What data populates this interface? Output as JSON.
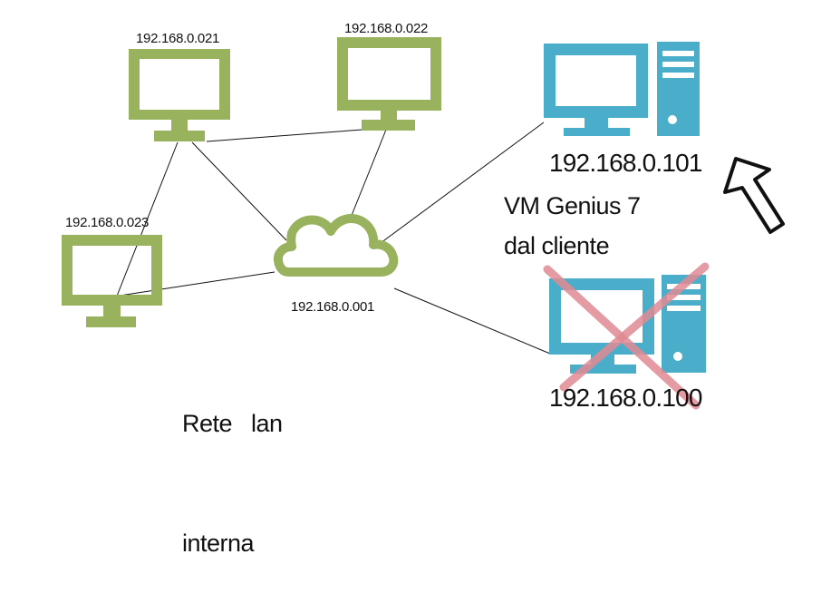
{
  "nodes": {
    "pc1": {
      "ip": "192.168.0.021",
      "icon": "monitor-icon"
    },
    "pc2": {
      "ip": "192.168.0.022",
      "icon": "monitor-icon"
    },
    "pc3": {
      "ip": "192.168.0.023",
      "icon": "monitor-icon"
    },
    "router": {
      "ip": "192.168.0.001",
      "icon": "cloud-icon"
    },
    "vm_genius": {
      "ip": "192.168.0.101",
      "icon": "desktop-computer-icon"
    },
    "old_server": {
      "ip": "192.168.0.100",
      "icon": "desktop-computer-icon",
      "crossed_out": true
    }
  },
  "labels": {
    "lan_line1": "Rete   lan",
    "lan_line2": "interna",
    "vm_line1": "VM Genius 7",
    "vm_line2": "dal cliente"
  },
  "colors": {
    "lan_monitor": "#99b25e",
    "desktop": "#4aaecb",
    "cross": "#e08a93",
    "arrow": "#111111"
  }
}
